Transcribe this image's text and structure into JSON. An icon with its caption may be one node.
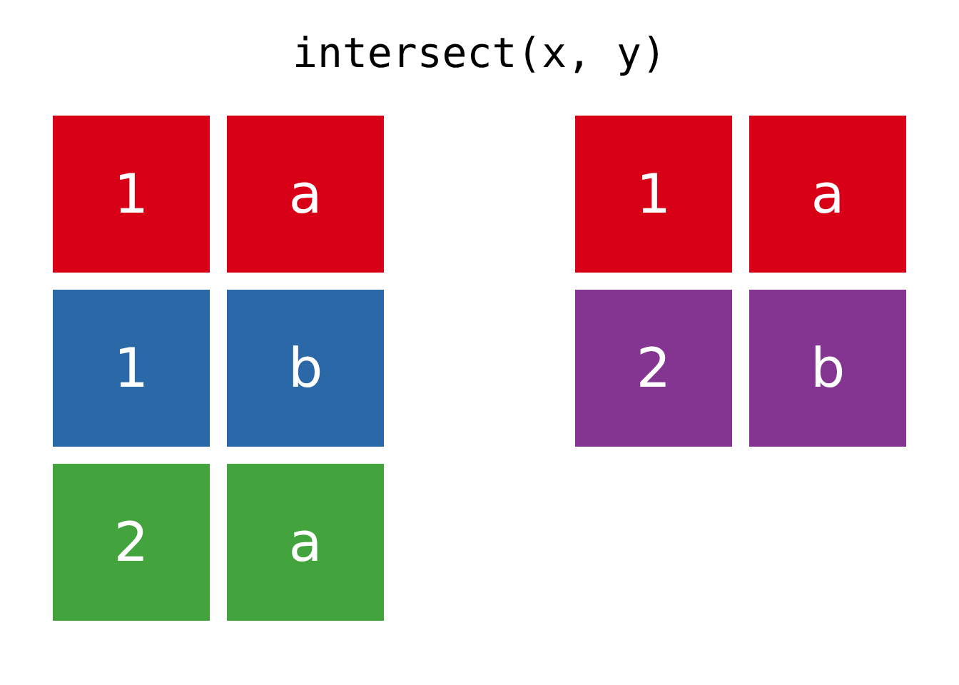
{
  "diagram": {
    "title": "intersect(x, y)",
    "nodes": [
      {
        "text": [
          "1"
        ]
      },
      {
        "text": [
          "a"
        ]
      },
      {
        "text": [
          "1"
        ]
      },
      {
        "text": [
          "b"
        ]
      },
      {
        "text": [
          "2"
        ]
      },
      {
        "text": [
          "a"
        ]
      },
      {
        "text": [
          "1"
        ]
      },
      {
        "text": [
          "a"
        ]
      },
      {
        "text": [
          "2"
        ]
      },
      {
        "text": [
          "b"
        ]
      }
    ]
  }
}
